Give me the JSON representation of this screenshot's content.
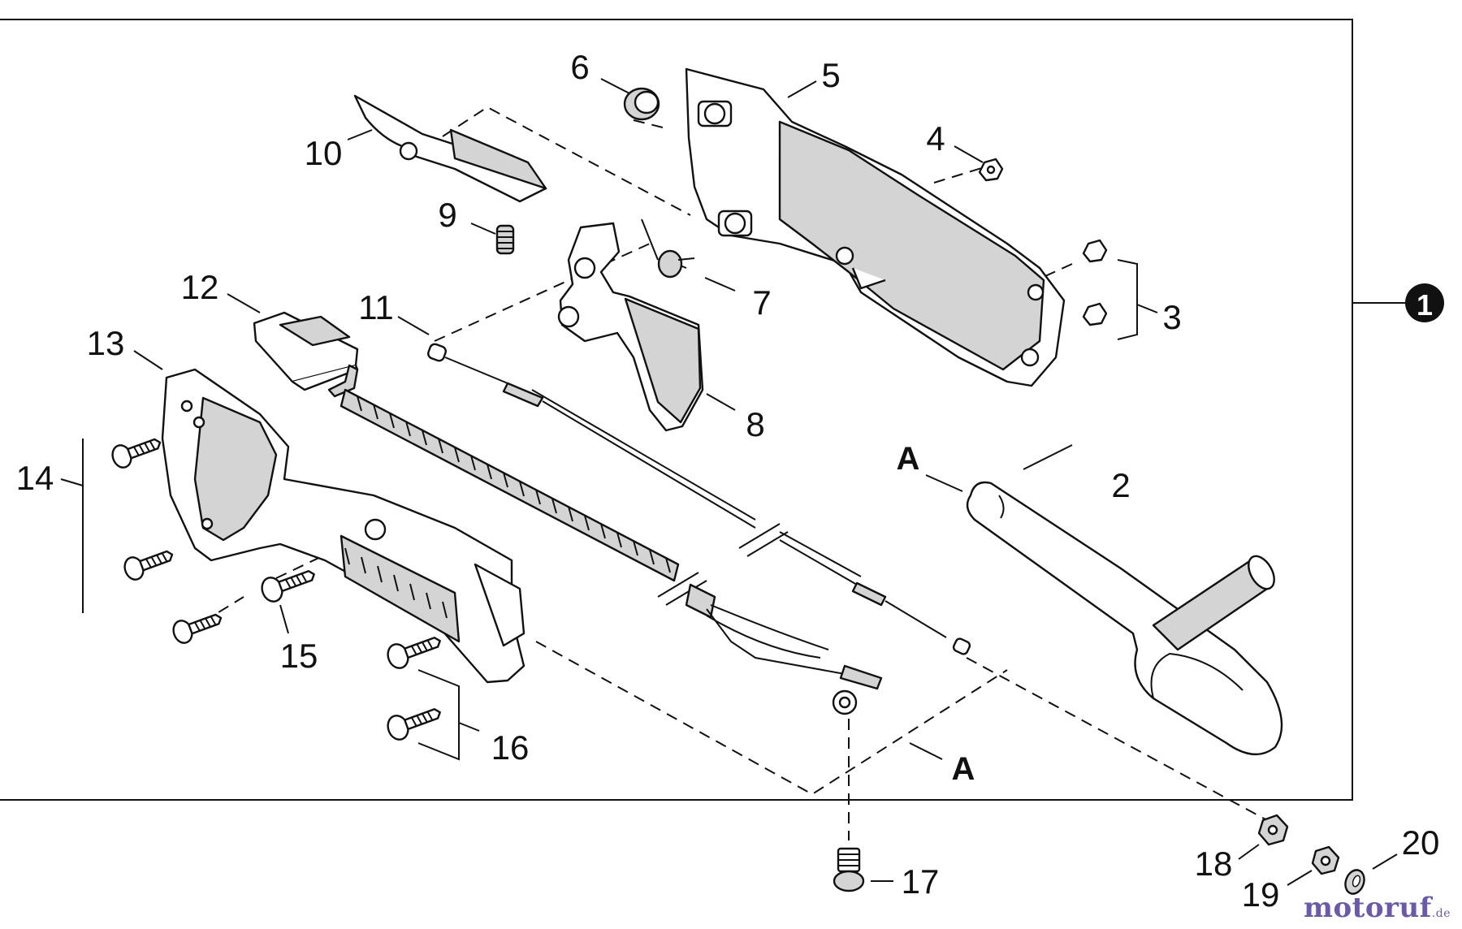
{
  "callouts": {
    "n1": "1",
    "n2": "2",
    "n3": "3",
    "n4": "4",
    "n5": "5",
    "n6": "6",
    "n7": "7",
    "n8": "8",
    "n9": "9",
    "n10": "10",
    "n11": "11",
    "n12": "12",
    "n13": "13",
    "n14": "14",
    "n15": "15",
    "n16": "16",
    "n17": "17",
    "n18": "18",
    "n19": "19",
    "n20": "20"
  },
  "refs": {
    "a_top": "A",
    "a_bottom": "A"
  },
  "watermark": {
    "text": "motoruf",
    "suffix": ".de"
  },
  "colors": {
    "line": "#111111",
    "fill_shade": "#d4d4d4",
    "watermark": "#6b5aa8"
  }
}
